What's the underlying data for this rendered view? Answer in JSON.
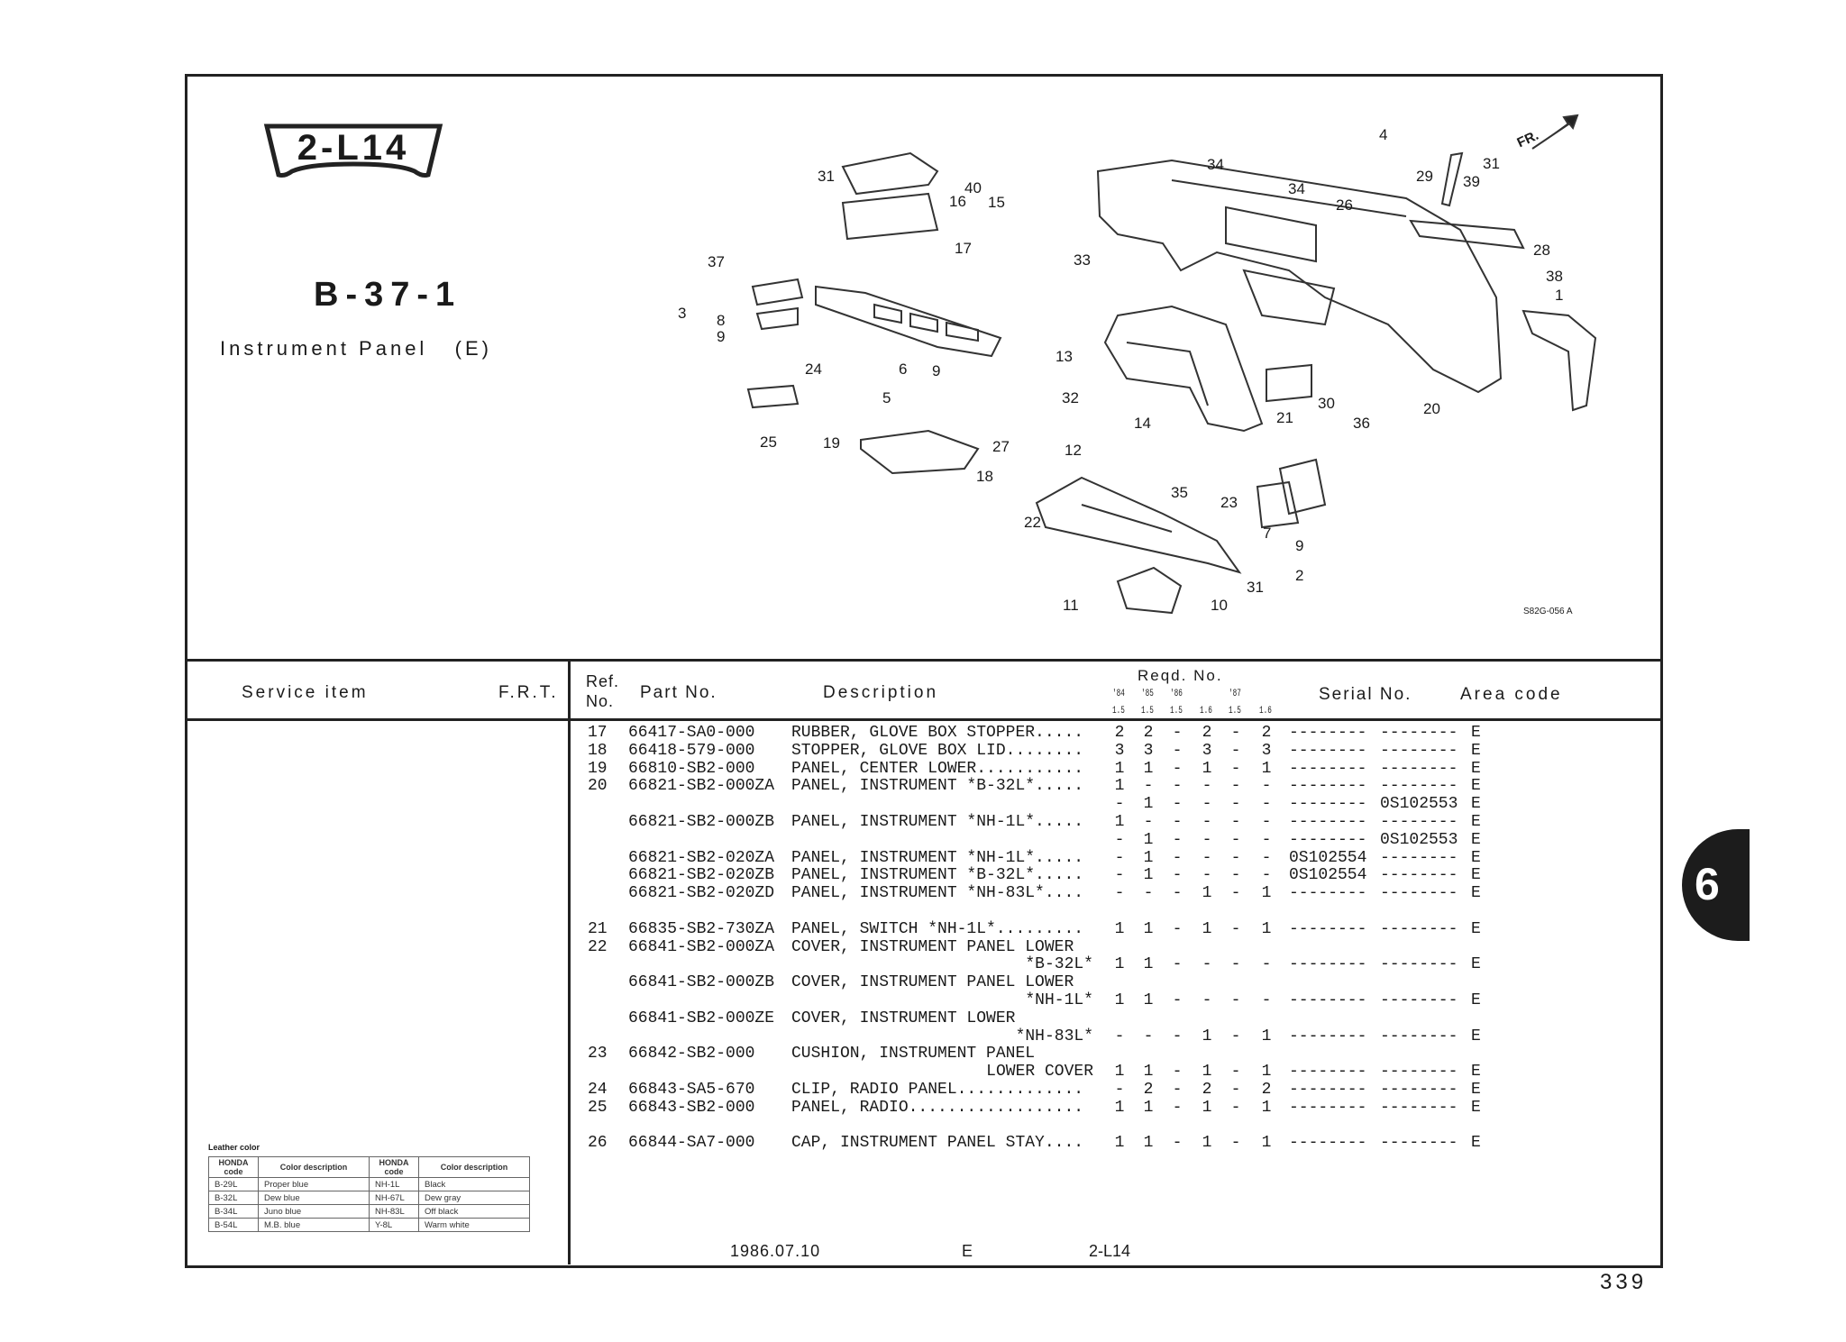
{
  "header": {
    "badge": "2-L14",
    "group_code": "B-37-1",
    "title": "Instrument Panel",
    "title_area": "(E)"
  },
  "diagram": {
    "front_label": "FR.",
    "drawing_code": "S82G-056 A",
    "callouts": [
      "31",
      "40",
      "16",
      "15",
      "17",
      "37",
      "3",
      "8",
      "9",
      "6",
      "9",
      "5",
      "24",
      "25",
      "19",
      "27",
      "18",
      "12",
      "13",
      "32",
      "14",
      "33",
      "34",
      "34",
      "4",
      "26",
      "29",
      "39",
      "31",
      "28",
      "38",
      "1",
      "21",
      "30",
      "36",
      "20",
      "35",
      "23",
      "22",
      "7",
      "9",
      "2",
      "31",
      "10",
      "11"
    ]
  },
  "table_header": {
    "service_item": "Service  item",
    "frt": "F.R.T.",
    "ref_no_1": "Ref.",
    "ref_no_2": "No.",
    "part_no": "Part No.",
    "description": "Description",
    "reqd_no": "Reqd. No.",
    "years": [
      "'84",
      "'85",
      "'86",
      "",
      "'87",
      ""
    ],
    "engines": [
      "1.5",
      "1.5",
      "1.5",
      "1.6",
      "1.5",
      "1.6"
    ],
    "serial_no": "Serial No.",
    "area_code": "Area code"
  },
  "rows": [
    {
      "ref": "17",
      "part": "66417-SA0-000",
      "desc": "RUBBER, GLOVE BOX STOPPER.....",
      "qty": [
        "2",
        "2",
        "-",
        "2",
        "-",
        "2"
      ],
      "s1": "--------",
      "s2": "--------",
      "area": "E"
    },
    {
      "ref": "18",
      "part": "66418-579-000",
      "desc": "STOPPER, GLOVE BOX LID........",
      "qty": [
        "3",
        "3",
        "-",
        "3",
        "-",
        "3"
      ],
      "s1": "--------",
      "s2": "--------",
      "area": "E"
    },
    {
      "ref": "19",
      "part": "66810-SB2-000",
      "desc": "PANEL, CENTER LOWER...........",
      "qty": [
        "1",
        "1",
        "-",
        "1",
        "-",
        "1"
      ],
      "s1": "--------",
      "s2": "--------",
      "area": "E"
    },
    {
      "ref": "20",
      "part": "66821-SB2-000ZA",
      "desc": "PANEL, INSTRUMENT *B-32L*.....",
      "qty": [
        "1",
        "-",
        "-",
        "-",
        "-",
        "-"
      ],
      "s1": "--------",
      "s2": "--------",
      "area": "E"
    },
    {
      "ref": "",
      "part": "",
      "desc": "",
      "qty": [
        "-",
        "1",
        "-",
        "-",
        "-",
        "-"
      ],
      "s1": "--------",
      "s2": "0S102553",
      "area": "E"
    },
    {
      "ref": "",
      "part": "66821-SB2-000ZB",
      "desc": "PANEL, INSTRUMENT *NH-1L*.....",
      "qty": [
        "1",
        "-",
        "-",
        "-",
        "-",
        "-"
      ],
      "s1": "--------",
      "s2": "--------",
      "area": "E"
    },
    {
      "ref": "",
      "part": "",
      "desc": "",
      "qty": [
        "-",
        "1",
        "-",
        "-",
        "-",
        "-"
      ],
      "s1": "--------",
      "s2": "0S102553",
      "area": "E"
    },
    {
      "ref": "",
      "part": "66821-SB2-020ZA",
      "desc": "PANEL, INSTRUMENT *NH-1L*.....",
      "qty": [
        "-",
        "1",
        "-",
        "-",
        "-",
        "-"
      ],
      "s1": "0S102554",
      "s2": "--------",
      "area": "E"
    },
    {
      "ref": "",
      "part": "66821-SB2-020ZB",
      "desc": "PANEL, INSTRUMENT *B-32L*.....",
      "qty": [
        "-",
        "1",
        "-",
        "-",
        "-",
        "-"
      ],
      "s1": "0S102554",
      "s2": "--------",
      "area": "E"
    },
    {
      "ref": "",
      "part": "66821-SB2-020ZD",
      "desc": "PANEL, INSTRUMENT *NH-83L*....",
      "qty": [
        "-",
        "-",
        "-",
        "1",
        "-",
        "1"
      ],
      "s1": "--------",
      "s2": "--------",
      "area": "E"
    },
    null,
    {
      "ref": "21",
      "part": "66835-SB2-730ZA",
      "desc": "PANEL, SWITCH *NH-1L*.........",
      "qty": [
        "1",
        "1",
        "-",
        "1",
        "-",
        "1"
      ],
      "s1": "--------",
      "s2": "--------",
      "area": "E"
    },
    {
      "ref": "22",
      "part": "66841-SB2-000ZA",
      "desc": "COVER, INSTRUMENT PANEL LOWER"
    },
    {
      "ref": "",
      "part": "",
      "desc": "*B-32L*",
      "right": true,
      "qty": [
        "1",
        "1",
        "-",
        "-",
        "-",
        "-"
      ],
      "s1": "--------",
      "s2": "--------",
      "area": "E"
    },
    {
      "ref": "",
      "part": "66841-SB2-000ZB",
      "desc": "COVER, INSTRUMENT PANEL LOWER"
    },
    {
      "ref": "",
      "part": "",
      "desc": "*NH-1L*",
      "right": true,
      "qty": [
        "1",
        "1",
        "-",
        "-",
        "-",
        "-"
      ],
      "s1": "--------",
      "s2": "--------",
      "area": "E"
    },
    {
      "ref": "",
      "part": "66841-SB2-000ZE",
      "desc": "COVER, INSTRUMENT LOWER"
    },
    {
      "ref": "",
      "part": "",
      "desc": "*NH-83L*",
      "right": true,
      "qty": [
        "-",
        "-",
        "-",
        "1",
        "-",
        "1"
      ],
      "s1": "--------",
      "s2": "--------",
      "area": "E"
    },
    {
      "ref": "23",
      "part": "66842-SB2-000",
      "desc": "CUSHION, INSTRUMENT PANEL"
    },
    {
      "ref": "",
      "part": "",
      "desc": "LOWER COVER",
      "right": true,
      "qty": [
        "1",
        "1",
        "-",
        "1",
        "-",
        "1"
      ],
      "s1": "--------",
      "s2": "--------",
      "area": "E"
    },
    {
      "ref": "24",
      "part": "66843-SA5-670",
      "desc": "CLIP, RADIO PANEL.............",
      "qty": [
        "-",
        "2",
        "-",
        "2",
        "-",
        "2"
      ],
      "s1": "--------",
      "s2": "--------",
      "area": "E"
    },
    {
      "ref": "25",
      "part": "66843-SB2-000",
      "desc": "PANEL, RADIO..................",
      "qty": [
        "1",
        "1",
        "-",
        "1",
        "-",
        "1"
      ],
      "s1": "--------",
      "s2": "--------",
      "area": "E"
    },
    null,
    {
      "ref": "26",
      "part": "66844-SA7-000",
      "desc": "CAP, INSTRUMENT PANEL STAY....",
      "qty": [
        "1",
        "1",
        "-",
        "1",
        "-",
        "1"
      ],
      "s1": "--------",
      "s2": "--------",
      "area": "E"
    }
  ],
  "leather_color": {
    "label": "Leather color",
    "headers": [
      "HONDA code",
      "Color description",
      "HONDA code",
      "Color description"
    ],
    "rows": [
      [
        "B-29L",
        "Proper blue",
        "NH-1L",
        "Black"
      ],
      [
        "B-32L",
        "Dew blue",
        "NH-67L",
        "Dew gray"
      ],
      [
        "B-34L",
        "Juno blue",
        "NH-83L",
        "Off black"
      ],
      [
        "B-54L",
        "M.B. blue",
        "Y-8L",
        "Warm white"
      ]
    ]
  },
  "footer": {
    "date": "1986.07.10",
    "area": "E",
    "ref": "2-L14",
    "page": "339",
    "section": "6"
  }
}
